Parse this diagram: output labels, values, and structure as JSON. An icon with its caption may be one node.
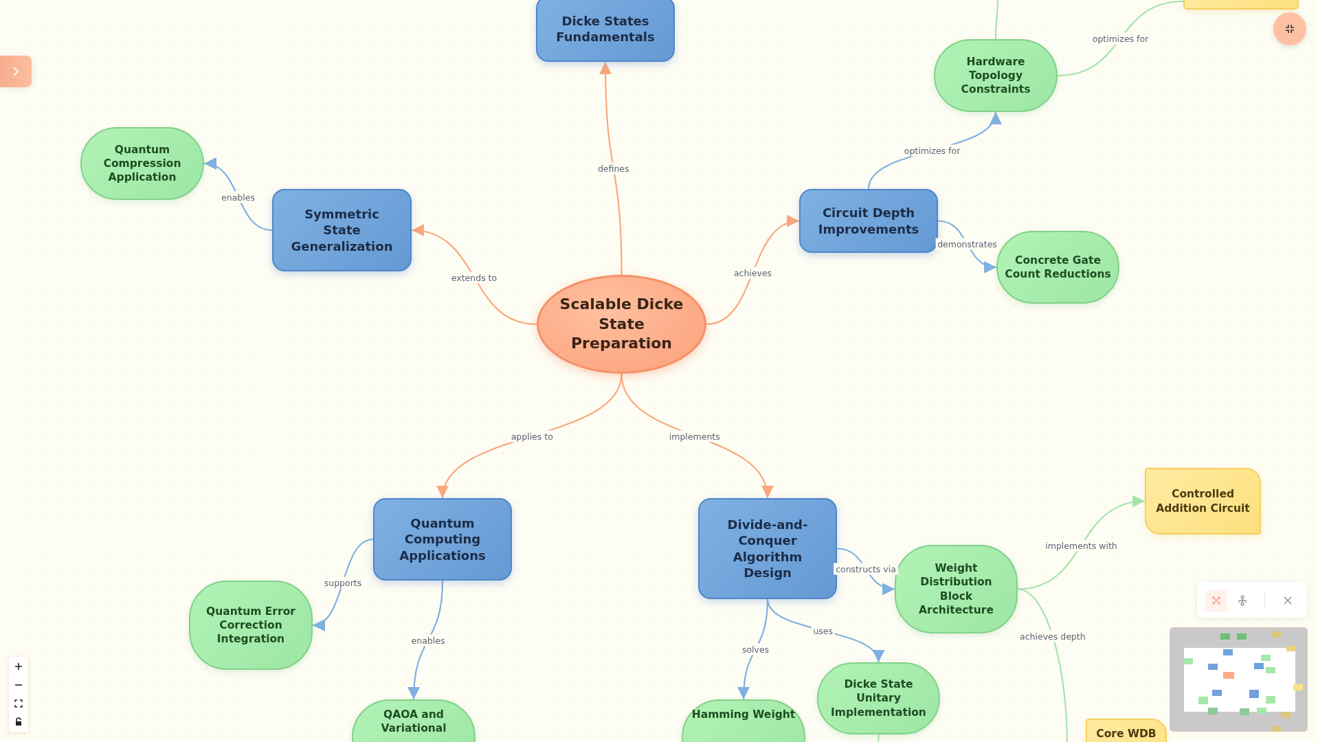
{
  "diagram": {
    "nodes": [
      {
        "text": [
          "Scalable Dicke State Preparation"
        ]
      },
      {
        "text": [
          "Dicke States Fundamentals"
        ]
      },
      {
        "text": [
          "Symmetric State Generalization"
        ]
      },
      {
        "text": [
          "Circuit Depth Improvements"
        ]
      },
      {
        "text": [
          "Quantum Computing Applications"
        ]
      },
      {
        "text": [
          "Divide-and-Conquer Algorithm Design"
        ]
      },
      {
        "text": [
          "Quantum Compression Application"
        ]
      },
      {
        "text": [
          "Hardware Topology Constraints"
        ]
      },
      {
        "text": [
          "Concrete Gate Count Reductions"
        ]
      },
      {
        "text": [
          "Quantum Error Correction Integration"
        ]
      },
      {
        "text": [
          "QAOA and Variational"
        ]
      },
      {
        "text": [
          "Weight Distribution Block Architecture"
        ]
      },
      {
        "text": [
          "Hamming Weight"
        ]
      },
      {
        "text": [
          "Dicke State Unitary Implementation"
        ]
      },
      {
        "text": [
          "Controlled Addition Circuit"
        ]
      },
      {
        "text": [
          "Core WDB"
        ]
      },
      {
        "text": [],
        "shape": "box"
      }
    ],
    "edges": [
      {
        "from": 0,
        "to": 1,
        "arrow": "to",
        "label": "defines",
        "color": "#f9a87e"
      },
      {
        "from": 0,
        "to": 2,
        "arrow": "to",
        "label": "extends to",
        "color": "#f9a87e"
      },
      {
        "from": 0,
        "to": 3,
        "arrow": "to",
        "label": "achieves",
        "color": "#f9a87e"
      },
      {
        "from": 0,
        "to": 4,
        "arrow": "to",
        "label": "applies to",
        "color": "#f9a87e"
      },
      {
        "from": 0,
        "to": 5,
        "arrow": "to",
        "label": "implements",
        "color": "#f9a87e"
      },
      {
        "from": 2,
        "to": 6,
        "arrow": "to",
        "label": "enables"
      },
      {
        "from": 3,
        "to": 7,
        "arrow": "to",
        "label": "optimizes for"
      },
      {
        "from": 3,
        "to": 8,
        "arrow": "to",
        "label": "demonstrates"
      },
      {
        "from": 4,
        "to": 9,
        "arrow": "to",
        "label": "supports"
      },
      {
        "from": 4,
        "to": 10,
        "arrow": "to",
        "label": "enables"
      },
      {
        "from": 5,
        "to": 11,
        "arrow": "to",
        "label": "constructs via"
      },
      {
        "from": 5,
        "to": 12,
        "arrow": "to",
        "label": "solves"
      },
      {
        "from": 5,
        "to": 13,
        "arrow": "to",
        "label": "uses"
      },
      {
        "from": 7,
        "to": 16,
        "arrow": "none",
        "label": "optimizes for",
        "color": "#a6e3a9"
      },
      {
        "from": 11,
        "to": 14,
        "arrow": "to",
        "label": "implements with",
        "color": "#a6e3a9"
      },
      {
        "from": 11,
        "to": null,
        "arrow": "none",
        "label": "achieves depth",
        "color": "#a6e3a9"
      },
      {
        "from": 7,
        "to": null,
        "arrow": "none",
        "color": "#a6e3a9"
      },
      {
        "from": 13,
        "to": null,
        "arrow": "none",
        "color": "#a6e3a9"
      }
    ]
  }
}
